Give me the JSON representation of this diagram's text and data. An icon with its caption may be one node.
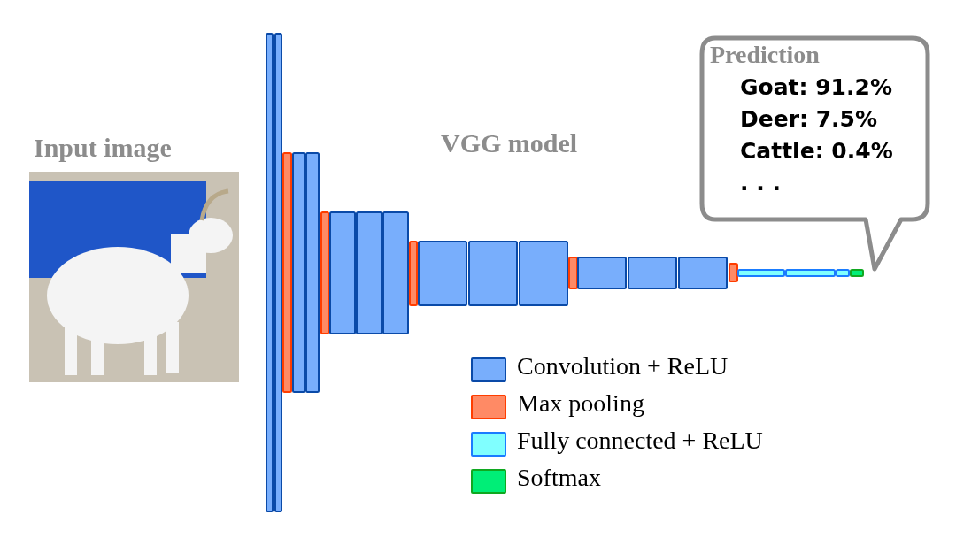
{
  "diagram": {
    "nodes": [
      {
        "text": [
          "Input image"
        ]
      },
      {
        "text": [
          "Prediction",
          "Goat: 91.2%",
          "Deer: 7.5%",
          "Cattle: 0.4%",
          ". . ."
        ]
      }
    ],
    "labels": [
      "VGG model"
    ],
    "legend": [
      {
        "text": "Convolution + ReLU",
        "color": "#78aefc"
      },
      {
        "text": "Max pooling",
        "color": "#ff8a65"
      },
      {
        "text": "Fully connected + ReLU",
        "color": "#80ffff"
      },
      {
        "text": "Softmax",
        "color": "#00ee77"
      }
    ]
  }
}
